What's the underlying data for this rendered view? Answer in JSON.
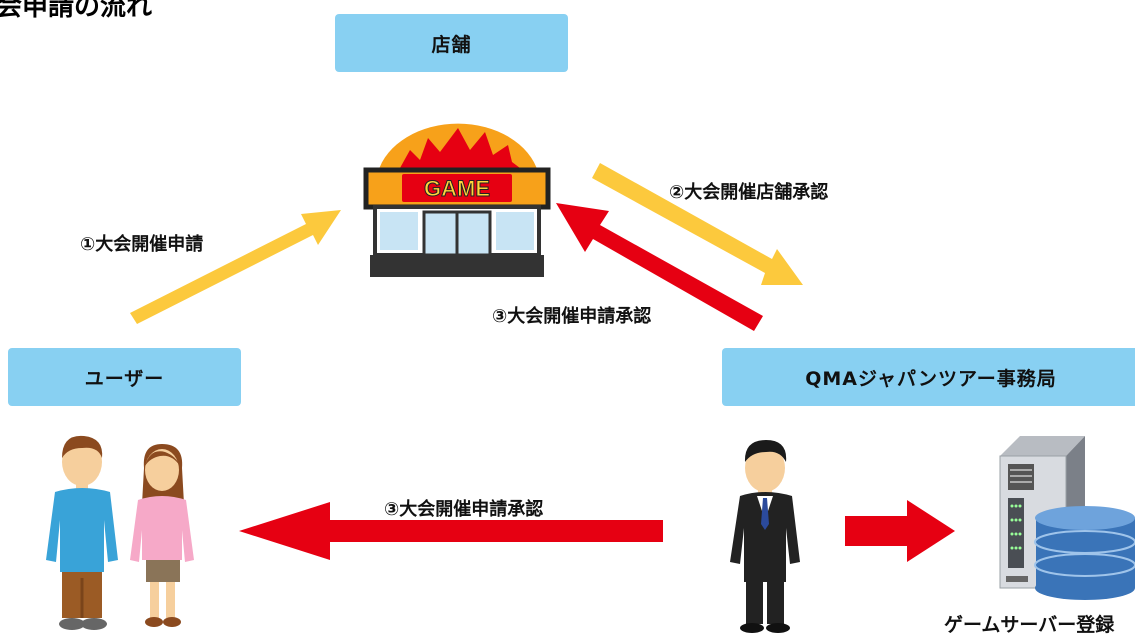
{
  "diagram": {
    "title": "会申請の流れ",
    "nodes": {
      "store": "店舗",
      "user": "ユーザー",
      "office": "QMAジャパンツアー事務局"
    },
    "steps": {
      "apply": "①大会開催申請",
      "store_approval": "②大会開催店舗承認",
      "approval_to_store": "③大会開催申請承認",
      "approval_to_user": "③大会開催申請承認"
    },
    "store_sign": "GAME",
    "server_caption": "ゲームサーバー登録"
  },
  "colors": {
    "box": "#88d0f2",
    "yellow_arrow": "#fcc93d",
    "red_arrow": "#e60012"
  },
  "icons": [
    "game-store-icon",
    "couple-icon",
    "businessman-icon",
    "server-database-icon"
  ]
}
